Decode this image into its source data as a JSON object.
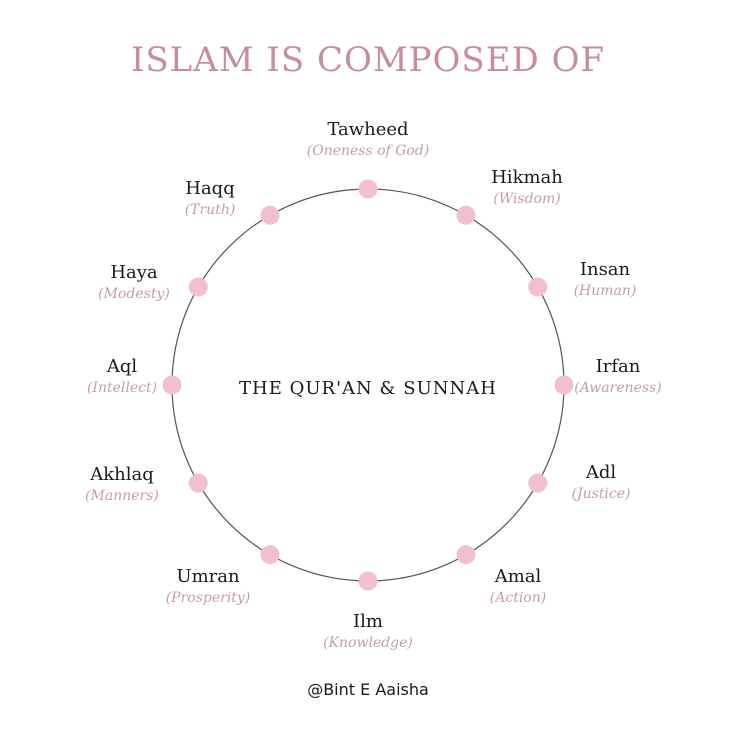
{
  "title": "ISLAM IS COMPOSED OF",
  "center": "THE QUR'AN & SUNNAH",
  "handle": "@Bint E Aaisha",
  "colors": {
    "title": "#c98aa6",
    "dot": "#f2bfd0",
    "translation": "#c79ab0",
    "ring": "#555555"
  },
  "nodes": [
    {
      "name": "Tawheed",
      "translation": "(Oneness of God)"
    },
    {
      "name": "Hikmah",
      "translation": "(Wisdom)"
    },
    {
      "name": "Insan",
      "translation": "(Human)"
    },
    {
      "name": "Irfan",
      "translation": "(Awareness)"
    },
    {
      "name": "Adl",
      "translation": "(Justice)"
    },
    {
      "name": "Amal",
      "translation": "(Action)"
    },
    {
      "name": "Ilm",
      "translation": "(Knowledge)"
    },
    {
      "name": "Umran",
      "translation": "(Prosperity)"
    },
    {
      "name": "Akhlaq",
      "translation": "(Manners)"
    },
    {
      "name": "Aql",
      "translation": "(Intellect)"
    },
    {
      "name": "Haya",
      "translation": "(Modesty)"
    },
    {
      "name": "Haqq",
      "translation": "(Truth)"
    }
  ]
}
